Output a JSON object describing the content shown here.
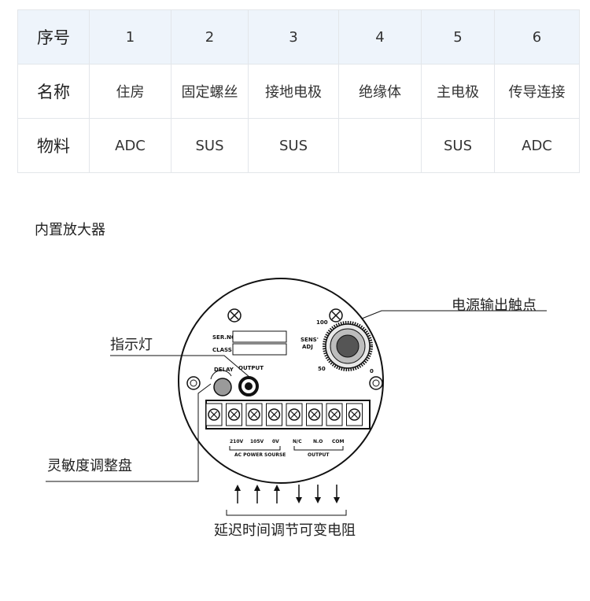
{
  "table": {
    "rows": [
      {
        "head": "序号",
        "cells": [
          "1",
          "2",
          "3",
          "4",
          "5",
          "6"
        ]
      },
      {
        "head": "名称",
        "cells": [
          "住房",
          "固定螺丝",
          "接地电极",
          "绝缘体",
          "主电极",
          "传导连接"
        ]
      },
      {
        "head": "物料",
        "cells": [
          "ADC",
          "SUS",
          "SUS",
          "",
          "SUS",
          "ADC"
        ]
      }
    ]
  },
  "section_title": "内置放大器",
  "labels": {
    "power_contact": "电源输出触点",
    "indicator": "指示灯",
    "sensitivity": "灵敏度调整盘",
    "delay_resistor": "延迟时间调节可变电阻"
  },
  "device": {
    "ser_no": "SER.NO.",
    "class": "CLASS",
    "delay": "DELAY",
    "output": "OUTPUT",
    "sens_adj_1": "SENS'",
    "sens_adj_2": "ADJ",
    "dial_100": "100",
    "dial_50": "50",
    "dial_0": "0",
    "terminals": [
      "210V",
      "105V",
      "0V",
      "N/C",
      "N.O",
      "COM"
    ],
    "ac_power": "AC POWER SOURSE",
    "output_group": "OUTPUT"
  }
}
